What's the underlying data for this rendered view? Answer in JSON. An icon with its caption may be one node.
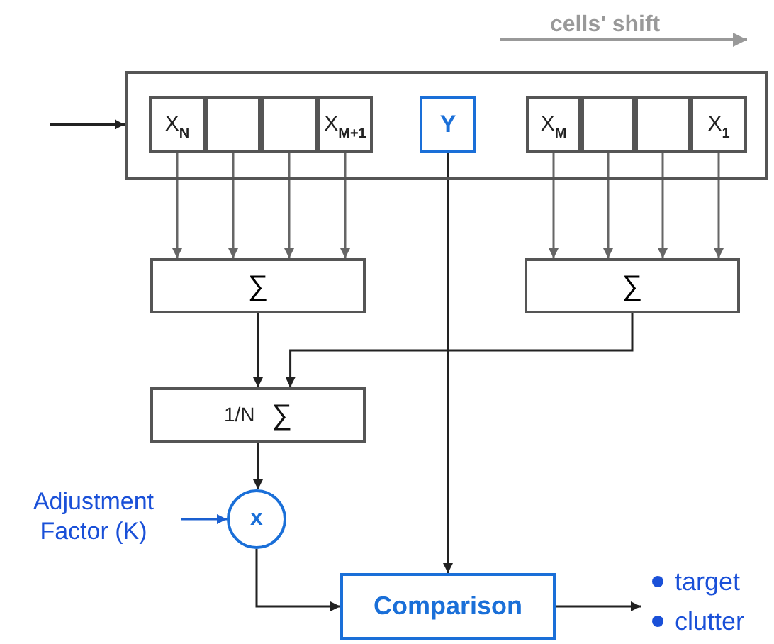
{
  "diagram": {
    "nodes": [
      {
        "text": [],
        "shape": "box"
      },
      {
        "text": [
          "X$_{N}$"
        ],
        "in": 0
      },
      {
        "text": [],
        "shape": "box",
        "in": 0
      },
      {
        "text": [],
        "shape": "box",
        "in": 0
      },
      {
        "text": [
          "X$_{M+1}$"
        ],
        "in": 0
      },
      {
        "text": [
          "Y"
        ],
        "in": 0
      },
      {
        "text": [
          "X$_{M}$"
        ],
        "in": 0
      },
      {
        "text": [],
        "shape": "box",
        "in": 0
      },
      {
        "text": [],
        "shape": "box",
        "in": 0
      },
      {
        "text": [
          "X$_{1}$"
        ],
        "in": 0
      },
      {
        "text": [
          "∑"
        ]
      },
      {
        "text": [
          "∑"
        ]
      },
      {
        "text": [
          "1/N",
          "∑"
        ]
      },
      {
        "text": [
          "x"
        ]
      },
      {
        "text": [
          "Comparison"
        ]
      },
      {
        "text": [
          "Adjustment Factor (K)"
        ]
      },
      {
        "text": [
          "target",
          "clutter"
        ]
      }
    ],
    "edges": [
      {
        "from": null,
        "to": 0,
        "arrow": "to",
        "color": "#222222"
      },
      {
        "from": 1,
        "to": 10,
        "arrow": "to"
      },
      {
        "from": 2,
        "to": 10,
        "arrow": "to"
      },
      {
        "from": 3,
        "to": 10,
        "arrow": "to"
      },
      {
        "from": 4,
        "to": 10,
        "arrow": "to"
      },
      {
        "from": 6,
        "to": 11,
        "arrow": "to"
      },
      {
        "from": 7,
        "to": 11,
        "arrow": "to"
      },
      {
        "from": 8,
        "to": 11,
        "arrow": "to"
      },
      {
        "from": 9,
        "to": 11,
        "arrow": "to"
      },
      {
        "from": 5,
        "to": 14,
        "arrow": "to",
        "color": "#222222"
      },
      {
        "from": 10,
        "to": 12,
        "arrow": "to",
        "color": "#222222"
      },
      {
        "from": 11,
        "to": 12,
        "arrow": "to",
        "color": "#222222"
      },
      {
        "from": 12,
        "to": 13,
        "arrow": "to",
        "color": "#222222"
      },
      {
        "from": 15,
        "to": 13,
        "arrow": "to",
        "color": "#1a5fd0"
      },
      {
        "from": 13,
        "to": 14,
        "arrow": "to",
        "color": "#222222"
      },
      {
        "from": 14,
        "to": 16,
        "arrow": "to",
        "color": "#222222"
      }
    ],
    "labels": [
      "cells' shift"
    ]
  }
}
